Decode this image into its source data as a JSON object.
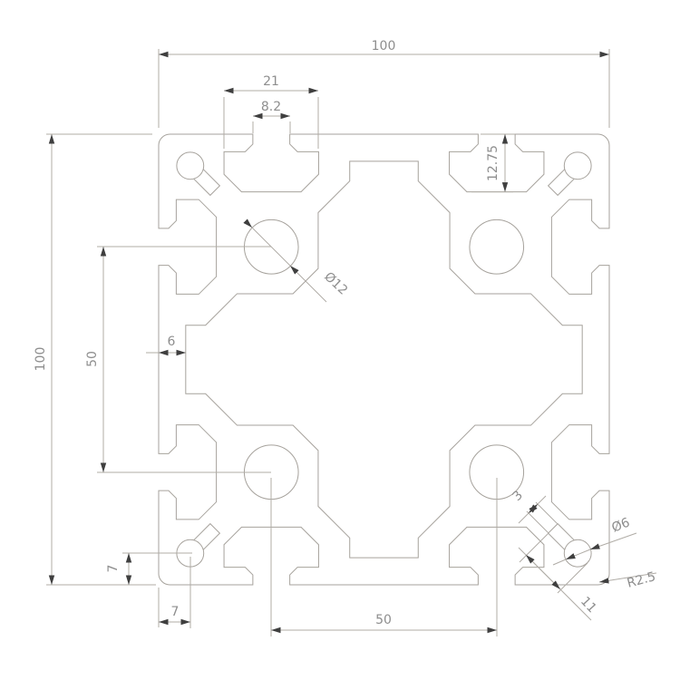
{
  "drawing": {
    "kind": "aluminum-extrusion-profile-cross-section",
    "colors": {
      "background": "#ffffff",
      "profile_line": "#a6a29c",
      "dimension_line": "#b0aca6",
      "text": "#8e8e8e",
      "arrow": "#3f3f3f"
    },
    "labels": {
      "overall_width": "100",
      "overall_height": "100",
      "slot_inner_width": "21",
      "slot_opening_width": "8.2",
      "slot_depth": "12.75",
      "core_hole_diameter": "Ø12",
      "hole_spacing_vertical": "50",
      "hole_spacing_horizontal": "50",
      "center_wall_thickness": "6",
      "corner_hole_offset_vertical": "7",
      "corner_hole_offset_horizontal": "7",
      "corner_slot_width": "3",
      "corner_hole_diameter": "Ø6",
      "corner_radius": "R2.5",
      "corner_slot_length": "11"
    }
  }
}
